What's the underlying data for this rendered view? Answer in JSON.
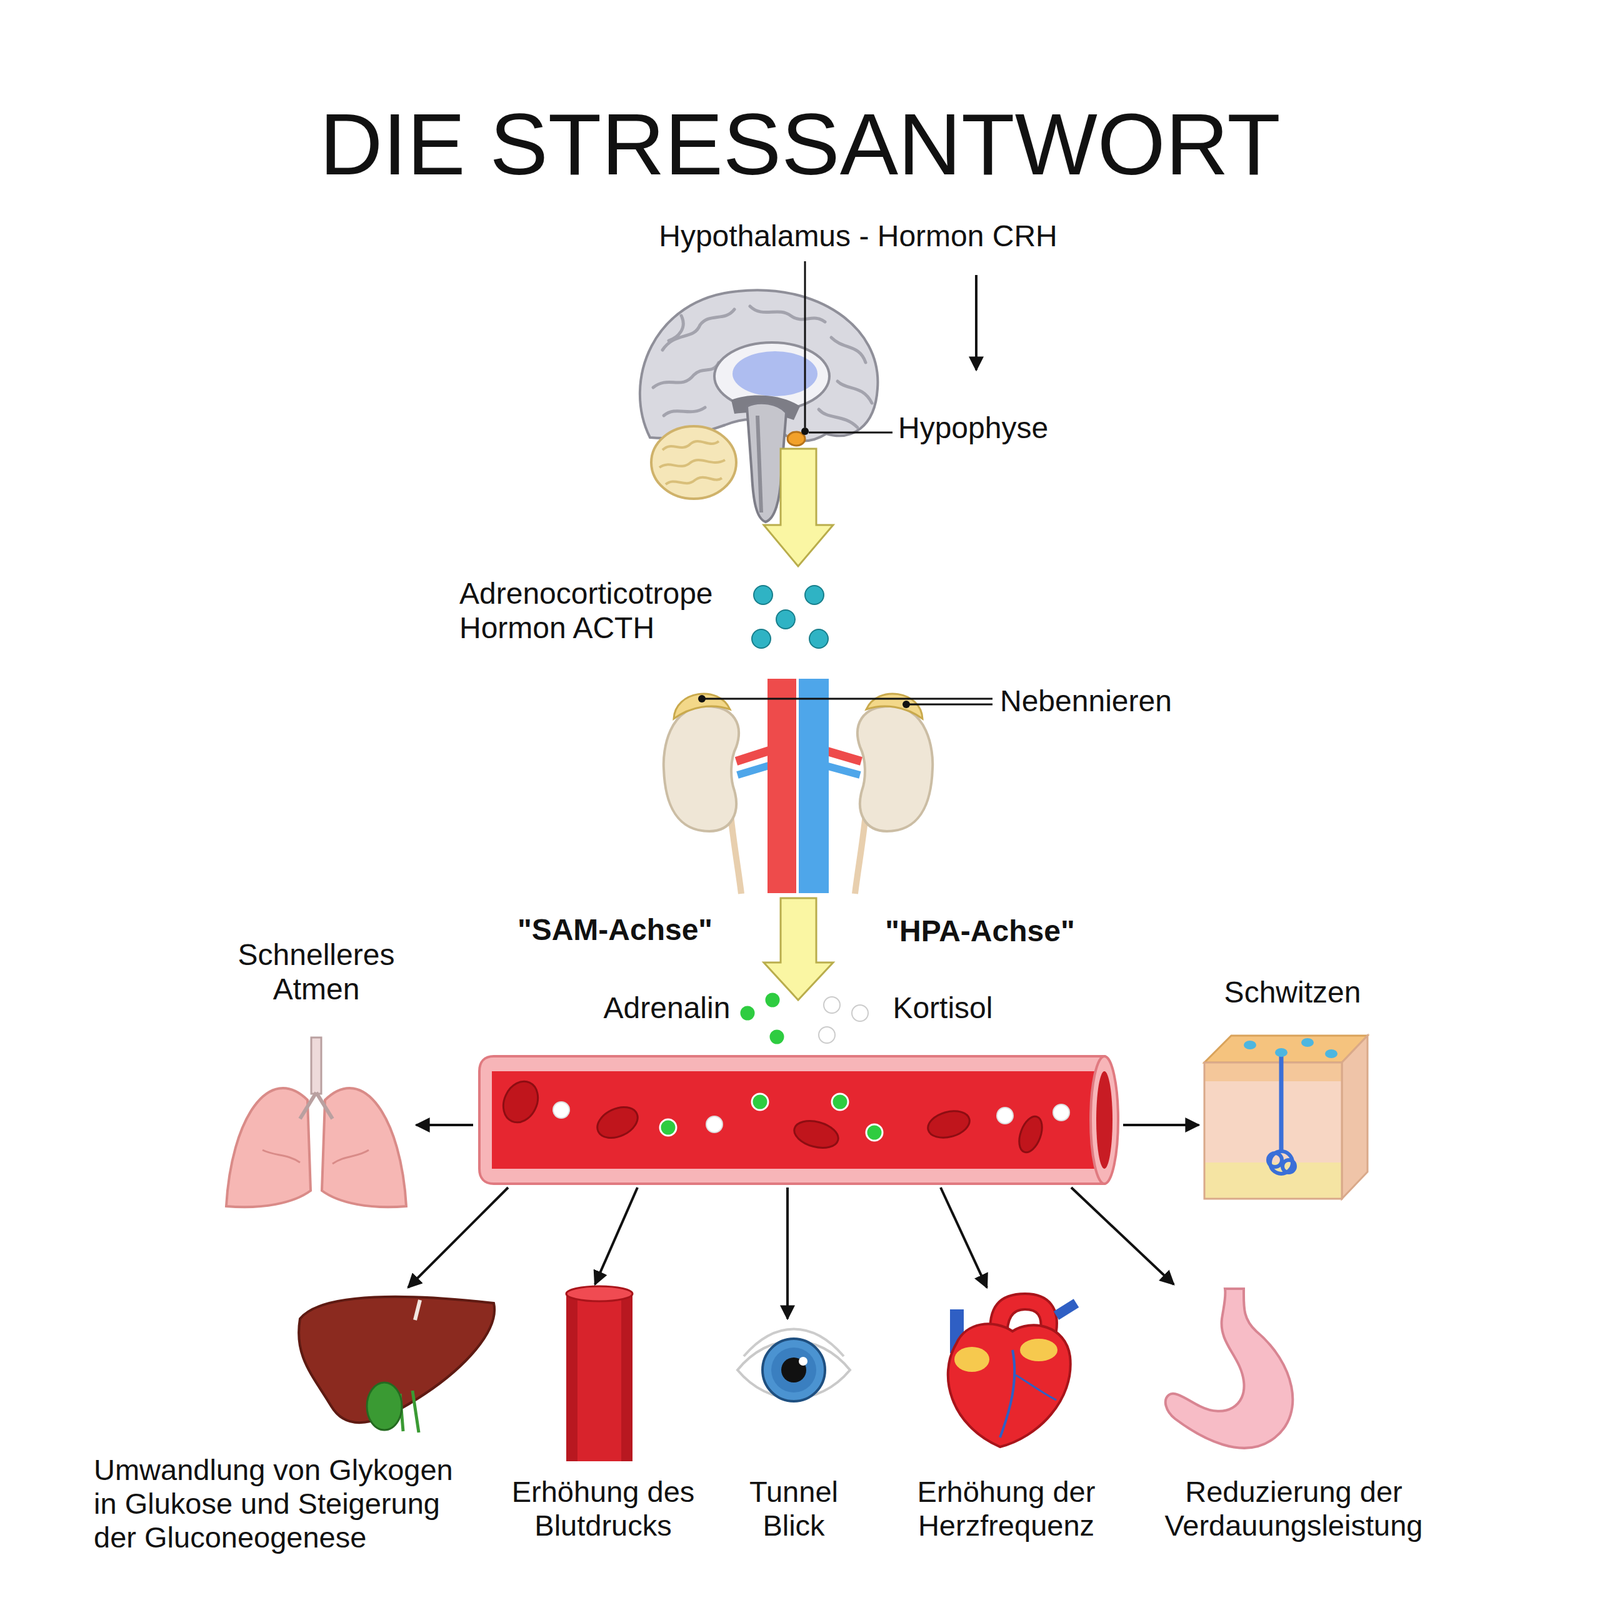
{
  "diagram": {
    "title": "DIE STRESSANTWORT",
    "nodes": [
      {
        "text": [
          "Schnelleres Atmen"
        ]
      },
      {
        "text": [
          "Adrenalin",
          "Kortisol"
        ]
      },
      {
        "text": [
          "Schwitzen"
        ]
      },
      {
        "text": [
          "Umwandlung von Glykogen in Glukose und Steigerung der Gluconeogenese"
        ]
      },
      {
        "text": [
          "Erhöhung des Blutdrucks"
        ]
      },
      {
        "text": [
          "Tunnel Blick"
        ]
      },
      {
        "text": [
          "Erhöhung der Herzfrequenz"
        ]
      },
      {
        "text": [
          "Reduzierung der Verdauungsleistung"
        ]
      }
    ],
    "edges": [
      {
        "from": 1,
        "to": 0,
        "arrow": "to"
      },
      {
        "from": 1,
        "to": 2,
        "arrow": "to"
      },
      {
        "from": 1,
        "to": 3,
        "arrow": "to"
      },
      {
        "from": 1,
        "to": 4,
        "arrow": "to"
      },
      {
        "from": 1,
        "to": 5,
        "arrow": "to"
      },
      {
        "from": 1,
        "to": 6,
        "arrow": "to"
      },
      {
        "from": 1,
        "to": 7,
        "arrow": "to"
      }
    ],
    "labels": [
      "Hypothalamus - Hormon CRH",
      "Hypophyse",
      "Adrenocorticotrope Hormon ACTH",
      "Nebennieren",
      "\"SAM-Achse\"",
      "\"HPA-Achse\""
    ]
  }
}
